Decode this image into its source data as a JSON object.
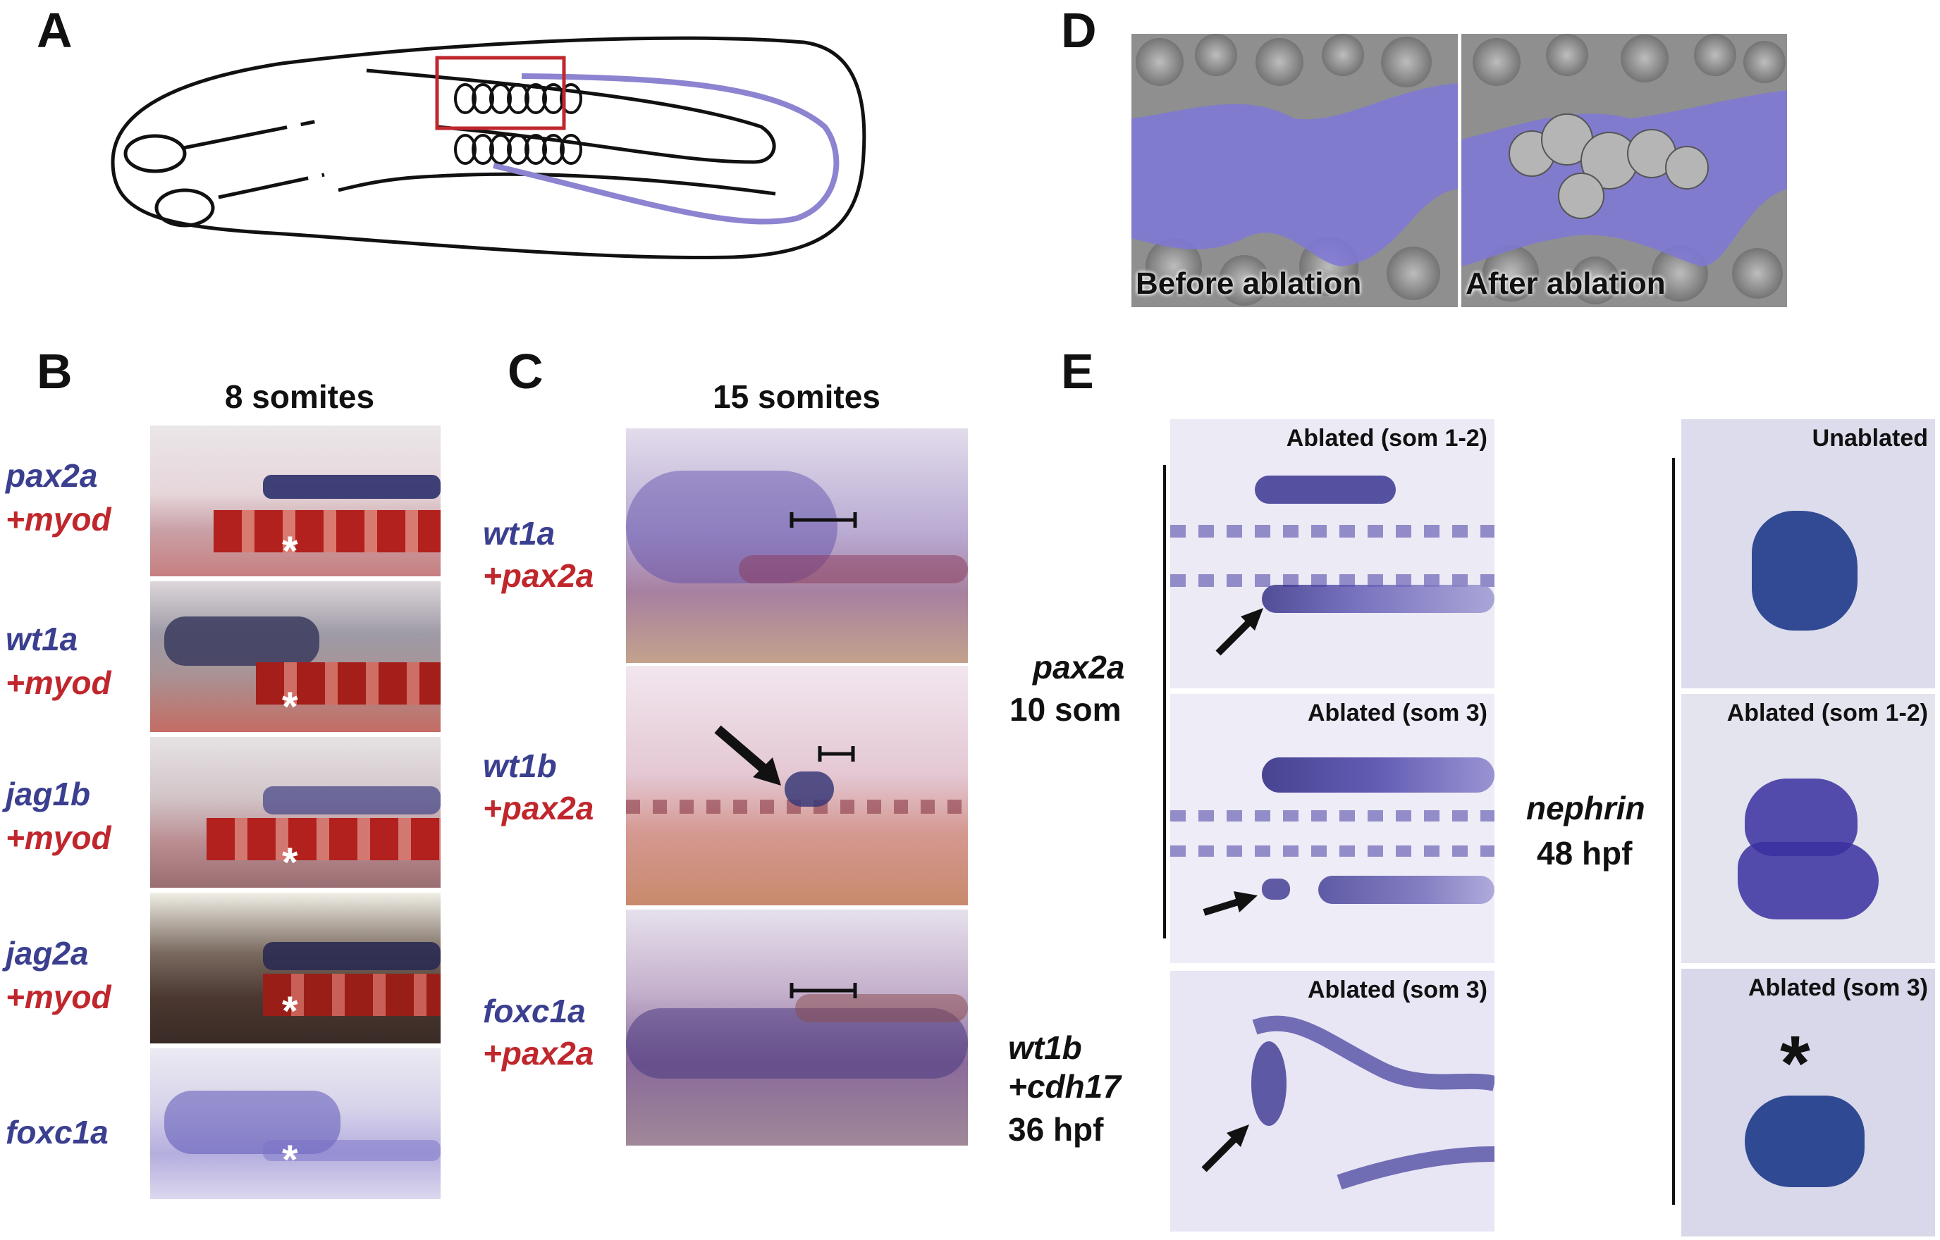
{
  "panels": {
    "A": {
      "letter": "A"
    },
    "B": {
      "letter": "B",
      "stage": "8 somites",
      "rows": [
        {
          "gene1": "pax2a",
          "gene2": "+myod"
        },
        {
          "gene1": "wt1a",
          "gene2": "+myod"
        },
        {
          "gene1": "jag1b",
          "gene2": "+myod"
        },
        {
          "gene1": "jag2a",
          "gene2": "+myod"
        },
        {
          "gene1": "foxc1a",
          "gene2": ""
        }
      ],
      "marker": "*"
    },
    "C": {
      "letter": "C",
      "stage": "15 somites",
      "rows": [
        {
          "gene1": "wt1a",
          "gene2": "+pax2a"
        },
        {
          "gene1": "wt1b",
          "gene2": "+pax2a"
        },
        {
          "gene1": "foxc1a",
          "gene2": "+pax2a"
        }
      ]
    },
    "D": {
      "letter": "D",
      "before": "Before ablation",
      "after": "After ablation"
    },
    "E": {
      "letter": "E",
      "left_labels": {
        "pax2a_gene": "pax2a",
        "pax2a_stage": "10 som",
        "wt1b_gene": "wt1b",
        "cdh17_gene": "+cdh17",
        "wt1b_stage": "36 hpf"
      },
      "left_tags": [
        "Ablated (som 1-2)",
        "Ablated (som 3)",
        "Ablated (som 3)"
      ],
      "right_label_gene": "nephrin",
      "right_label_stage": "48 hpf",
      "right_tags": [
        "Unablated",
        "Ablated (som 1-2)",
        "Ablated (som 3)"
      ],
      "asterisk": "*"
    }
  },
  "colors": {
    "purple_label": "#3b3f8f",
    "red_label": "#c0272d",
    "outline_red": "#c0272d",
    "tube_purple": "#8c84d0"
  }
}
